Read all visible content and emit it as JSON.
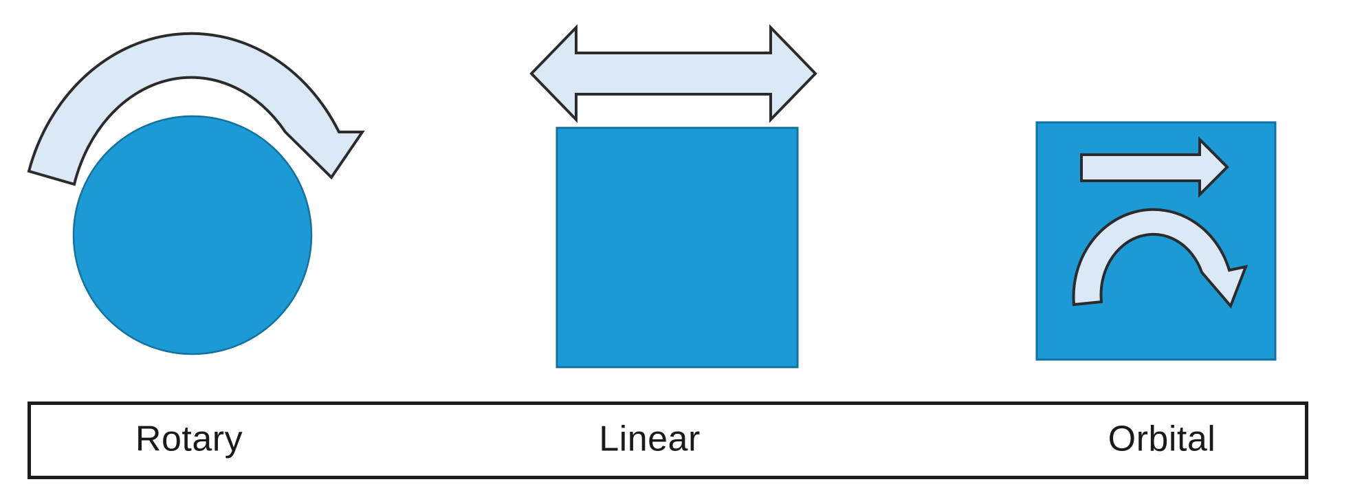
{
  "colors": {
    "background": "#ffffff",
    "shape_fill": "#1b9ad6",
    "shape_stroke": "#12719f",
    "arrow_fill": "#dbe8f5",
    "arrow_stroke": "#2b2b2b",
    "bar_fill": "#ffffff",
    "bar_border": "#1c1c1c",
    "label_text": "#1a1a1a"
  },
  "legend": {
    "items": [
      {
        "id": "rotary",
        "label": "Rotary"
      },
      {
        "id": "linear",
        "label": "Linear"
      },
      {
        "id": "orbital",
        "label": "Orbital"
      }
    ]
  }
}
